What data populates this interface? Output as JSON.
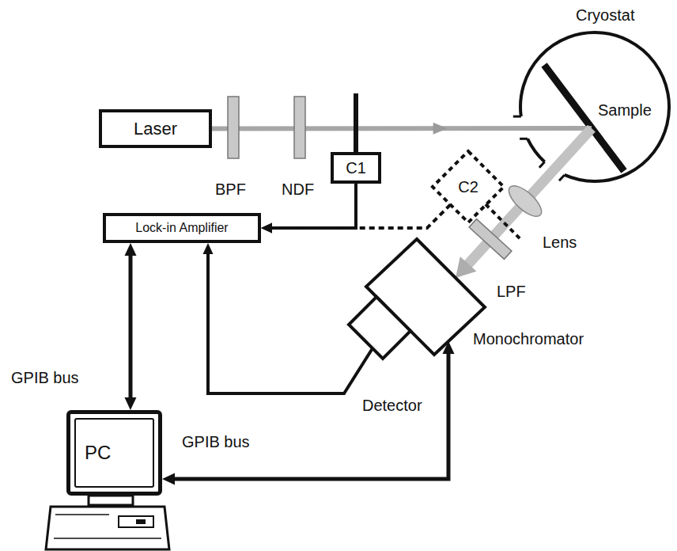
{
  "diagram": {
    "nodes": [
      {
        "text": [
          "Cryostat"
        ]
      },
      {
        "text": [
          "Laser"
        ]
      },
      {
        "text": [
          "C1"
        ]
      },
      {
        "text": [
          "C2"
        ]
      },
      {
        "text": [
          "Lock-in Amplifier"
        ]
      },
      {
        "text": [
          "Monochromator"
        ]
      },
      {
        "text": [
          "Detector"
        ]
      },
      {
        "text": [
          "PC"
        ]
      }
    ],
    "edges": [
      {
        "from": 1,
        "to": 0,
        "arrow": "to"
      },
      {
        "from": 0,
        "to": 5,
        "arrow": "to"
      },
      {
        "from": 2,
        "to": 4,
        "arrow": "to"
      },
      {
        "from": 3,
        "to": 4,
        "arrow": "to"
      },
      {
        "from": 6,
        "to": 4,
        "arrow": "to"
      },
      {
        "from": 4,
        "to": 7,
        "label": "GPIB bus",
        "arrow": "both"
      },
      {
        "from": 7,
        "to": 5,
        "label": "GPIB bus",
        "arrow": "both"
      }
    ],
    "labels": [
      "Sample",
      "BPF",
      "NDF",
      "Lens",
      "LPF"
    ]
  }
}
